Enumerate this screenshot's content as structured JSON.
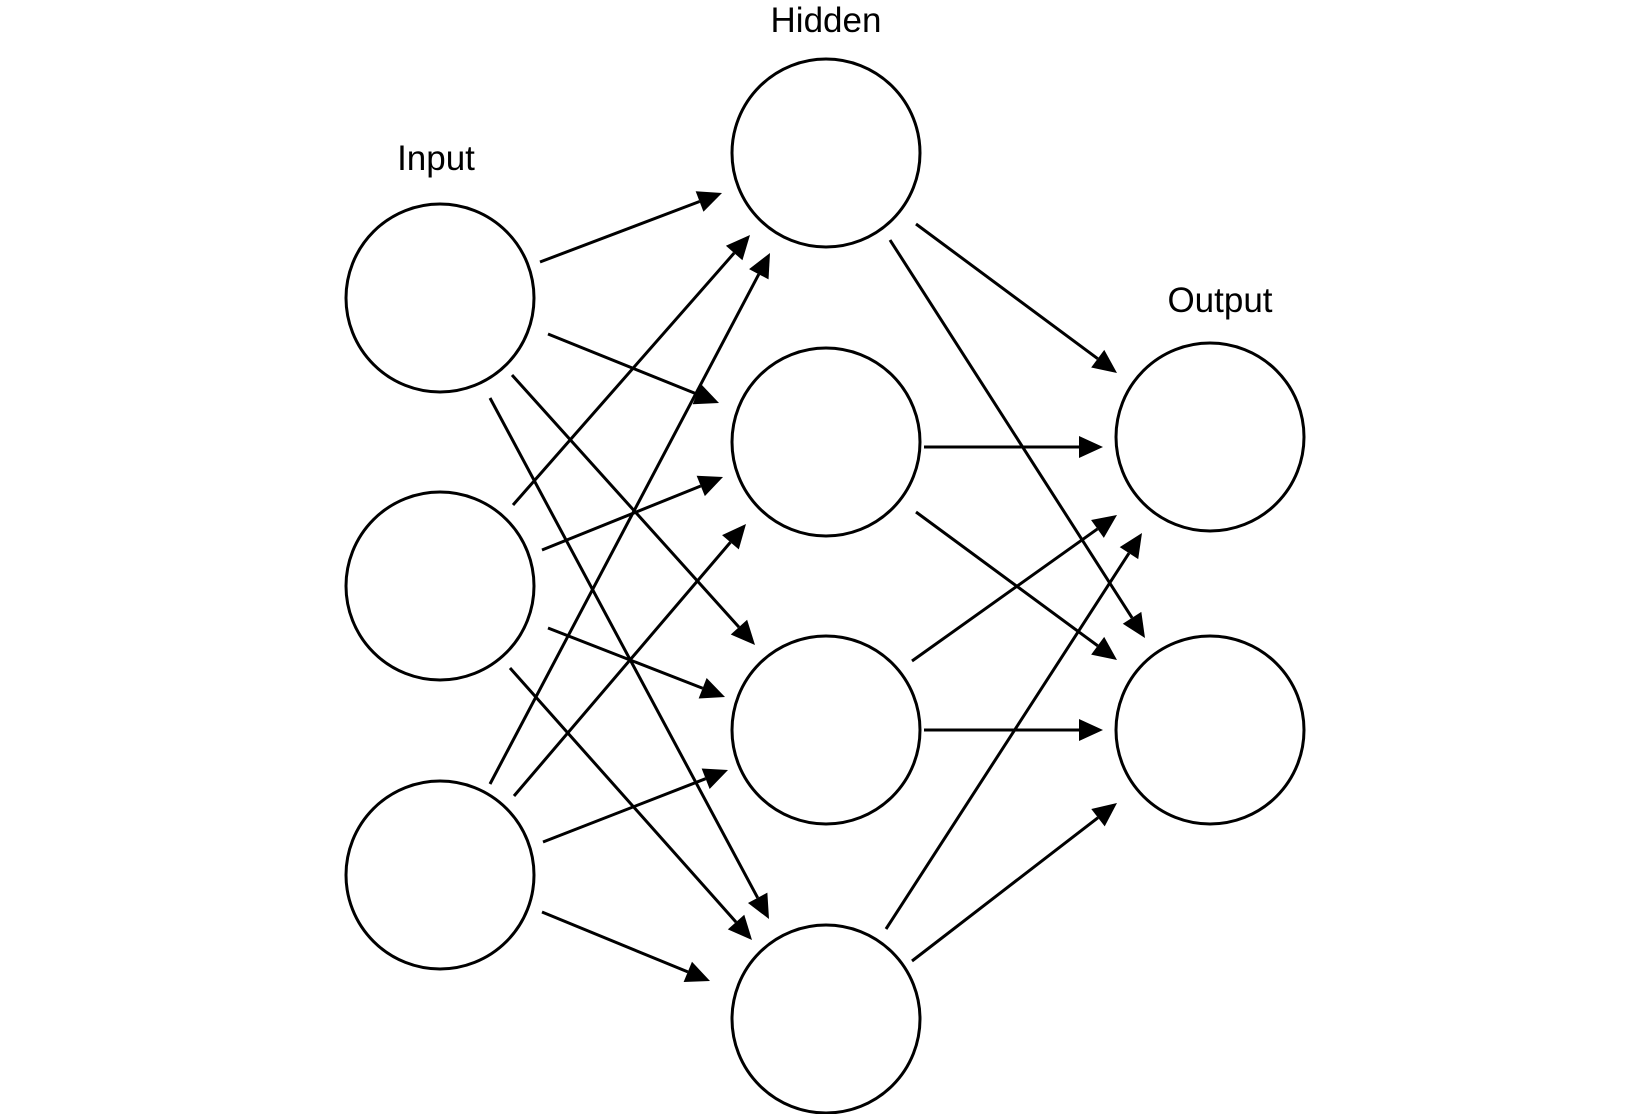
{
  "layers": {
    "input": {
      "label": "Input"
    },
    "hidden": {
      "label": "Hidden"
    },
    "output": {
      "label": "Output"
    }
  },
  "neuron_counts": {
    "input": 3,
    "hidden": 4,
    "output": 2
  },
  "connections": "fully-connected",
  "colors": {
    "stroke": "#000000",
    "fill": "#ffffff",
    "background": "#ffffff"
  }
}
